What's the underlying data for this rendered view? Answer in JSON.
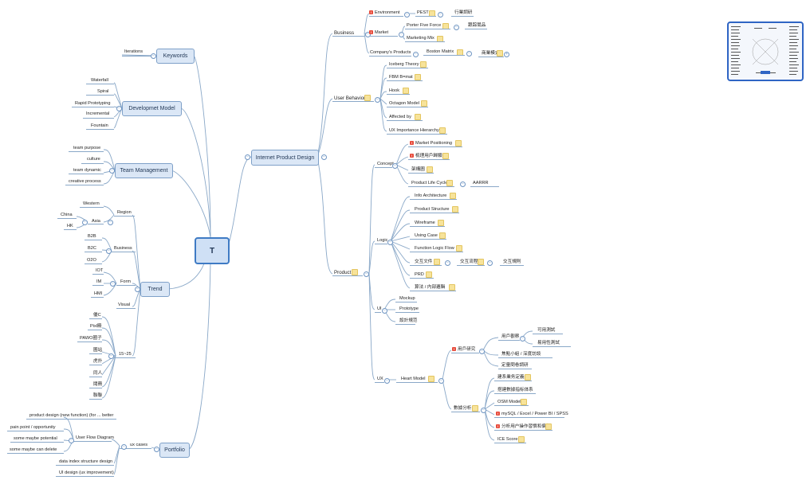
{
  "root": {
    "label": "T"
  },
  "right": {
    "main": "Internet Product Design",
    "business": {
      "label": "Business",
      "environment": "Environment",
      "pest": "PEST",
      "industry_research": "行業調研",
      "market": "Market",
      "porter": "Porter Five Force",
      "competitor": "跟踪競品",
      "marketing_mix": "Marketing Mix",
      "companys_products": "Company's Products",
      "boston": "Boston Matrix",
      "business_model": "商業模式"
    },
    "user_behavior": {
      "label": "User Behavior",
      "items": [
        "Iceberg Theory",
        "FBM B=mat",
        "Hook",
        "Octagon Model",
        "Affected by",
        "UX Importance Hierarchy"
      ]
    },
    "product": {
      "label": "Product",
      "concept": "Concept",
      "concept_items": [
        "Market Positioning",
        "梳理用戶歸類",
        "架構圖",
        "Product Life Cycle"
      ],
      "aarrr": "AARRR",
      "logic": "Logic",
      "logic_items": [
        "Info Architecture",
        "Product Structure",
        "Wireframe",
        "Using Case",
        "Function Logic Flow",
        "交互文件",
        "PRD",
        "算法 / 内部邏輯"
      ],
      "interaction_flow": "交互流程",
      "interaction_rules": "交互規則",
      "ui": "UI",
      "ui_items": [
        "Mockup",
        "Prototype",
        "設計規范"
      ],
      "ux": "UX",
      "heart": "Heart Model",
      "user_research": "用戶研究",
      "user_observation": "用戶觀察",
      "usability_test": "可用測試",
      "ease_test": "易用性測試",
      "interview": "焦點小組 / 深度訪談",
      "quantitative": "定量問卷調研",
      "data_analysis": "數據分析",
      "data_items": [
        "建系業务定義",
        "搭建數據指标体系",
        "OSM Model",
        "mySQL / Excel / Power BI / SPSS",
        "分析用户操作習慣和偏好",
        "ICE Score"
      ]
    }
  },
  "left": {
    "keywords": {
      "label": "Keywords",
      "items": [
        "Iterations"
      ]
    },
    "dev_model": {
      "label": "Developmet Model",
      "items": [
        "Waterfall",
        "Spiral",
        "Rapid Prototyping",
        "Incremental",
        "Fountain"
      ]
    },
    "team": {
      "label": "Team Management",
      "items": [
        "team purpose",
        "culture",
        "team dynamic",
        "creative process"
      ]
    },
    "trend": {
      "label": "Trend",
      "region": "Region",
      "western": "Western",
      "asia": "Asia",
      "china": "China",
      "hk": "HK",
      "business": "Business",
      "business_items": [
        "B2B",
        "B2C",
        "O2O"
      ],
      "form": "Form",
      "form_items": [
        "IOT",
        "IM",
        "HMI"
      ],
      "visual": "Visual",
      "range": "15~25",
      "sites": [
        "優C",
        "Pixl殿",
        "PAWO圈子",
        "圖站",
        "虎扑",
        "同人",
        "閱務",
        "聯聯"
      ]
    },
    "portfolio": {
      "label": "Portfolio",
      "ux_cases": "ux cases",
      "user_flow": "User Flow Diagram",
      "flow_items": [
        "product design (new function) (for ... better",
        "pain point / opportunity",
        "some maybe potential",
        "some maybe can delete"
      ],
      "data_index": "data index structure design",
      "ui_design": "UI design (ux improvement)"
    }
  },
  "colors": {
    "line": "#8aa8c8",
    "box": "#dbe7f6",
    "root_border": "#3f7bc4",
    "flag": "#e74c3c",
    "note": "#f7e39a"
  }
}
